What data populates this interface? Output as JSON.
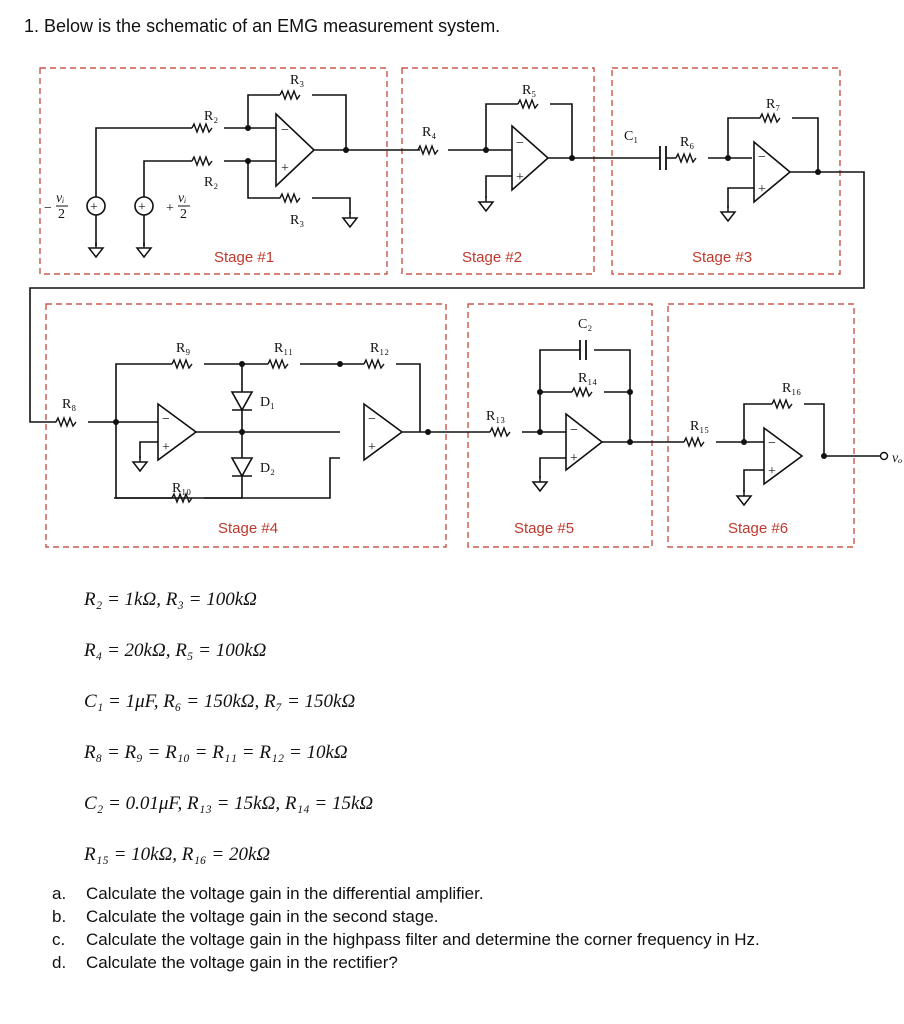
{
  "title": "1.  Below is the schematic of an EMG measurement system.",
  "schematic": {
    "stages": [
      "Stage #1",
      "Stage #2",
      "Stage #3",
      "Stage #4",
      "Stage #5",
      "Stage #6"
    ],
    "components": {
      "R2": "R₂",
      "R3": "R₃",
      "R4": "R₄",
      "R5": "R₅",
      "R6": "R₆",
      "R7": "R₇",
      "R8": "R₈",
      "R9": "R₉",
      "R10": "R₁₀",
      "R11": "R₁₁",
      "R12": "R₁₂",
      "R13": "R₁₃",
      "R14": "R₁₄",
      "R15": "R₁₅",
      "R16": "R₁₆",
      "C1": "C₁",
      "C2": "C₂",
      "D1": "D₁",
      "D2": "D₂"
    },
    "sources": {
      "left_sign": "−",
      "right_sign": "+",
      "source_num": "vᵢ",
      "source_den": "2"
    },
    "plus": "+",
    "minus": "−",
    "output": "vₒ"
  },
  "values": [
    "R₂ = 1kΩ, R₃ = 100kΩ",
    "R₄ = 20kΩ, R₅ = 100kΩ",
    "C₁ = 1μF, R₆ = 150kΩ, R₇ = 150kΩ",
    "R₈ = R₉ = R₁₀ = R₁₁ = R₁₂ = 10kΩ",
    "C₂ = 0.01μF, R₁₃ = 15kΩ, R₁₄ = 15kΩ",
    "R₁₅ = 10kΩ, R₁₆ = 20kΩ"
  ],
  "questions": [
    {
      "letter": "a.",
      "text": "Calculate the voltage gain in the differential amplifier."
    },
    {
      "letter": "b.",
      "text": "Calculate the voltage gain in the second stage."
    },
    {
      "letter": "c.",
      "text": "Calculate the voltage gain in the highpass filter and determine the corner frequency in Hz."
    },
    {
      "letter": "d.",
      "text": "Calculate the voltage gain in the rectifier?"
    }
  ],
  "colors": {
    "stage_label": "#c0392b",
    "wire": "#111111",
    "box": "#c0392b"
  }
}
